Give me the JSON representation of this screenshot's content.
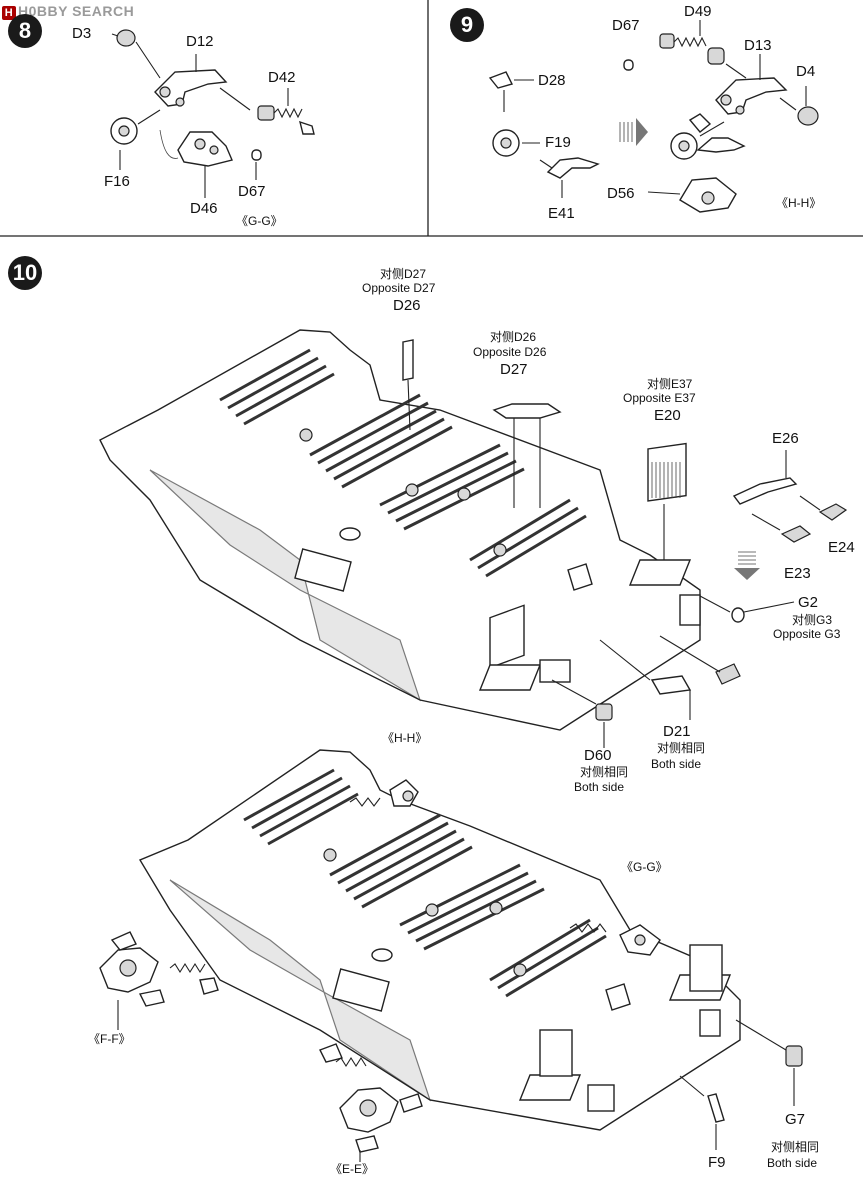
{
  "watermark": "H0BBY SEARCH",
  "step8": {
    "number": "8",
    "parts": {
      "d3": "D3",
      "d12": "D12",
      "d42": "D42",
      "f16": "F16",
      "d46": "D46",
      "d67": "D67"
    },
    "view_label": "《G-G》"
  },
  "step9": {
    "number": "9",
    "parts": {
      "d67": "D67",
      "d49": "D49",
      "d13": "D13",
      "d4": "D4",
      "d28": "D28",
      "f19": "F19",
      "e41": "E41",
      "d56": "D56"
    },
    "view_label": "《H-H》"
  },
  "step10": {
    "number": "10",
    "d26": {
      "note_cn": "对侧D27",
      "note_en": "Opposite  D27",
      "code": "D26"
    },
    "d27": {
      "note_cn": "对侧D26",
      "note_en": "Opposite D26",
      "code": "D27"
    },
    "e20": {
      "note_cn": "对侧E37",
      "note_en": "Opposite E37",
      "code": "E20"
    },
    "e26": "E26",
    "e24": "E24",
    "e23": "E23",
    "g2": {
      "code": "G2",
      "note_cn": "对侧G3",
      "note_en": "Opposite G3"
    },
    "d21": {
      "code": "D21",
      "note_cn": "对侧相同",
      "note_en": "Both side"
    },
    "d60": {
      "code": "D60",
      "note_cn": "对侧相同",
      "note_en": "Both side"
    },
    "views": {
      "hh": "《H-H》",
      "gg": "《G-G》",
      "ff": "《F-F》",
      "ee": "《E-E》"
    },
    "g7": {
      "code": "G7",
      "note_cn": "对侧相同",
      "note_en": "Both side"
    },
    "f9": "F9"
  }
}
